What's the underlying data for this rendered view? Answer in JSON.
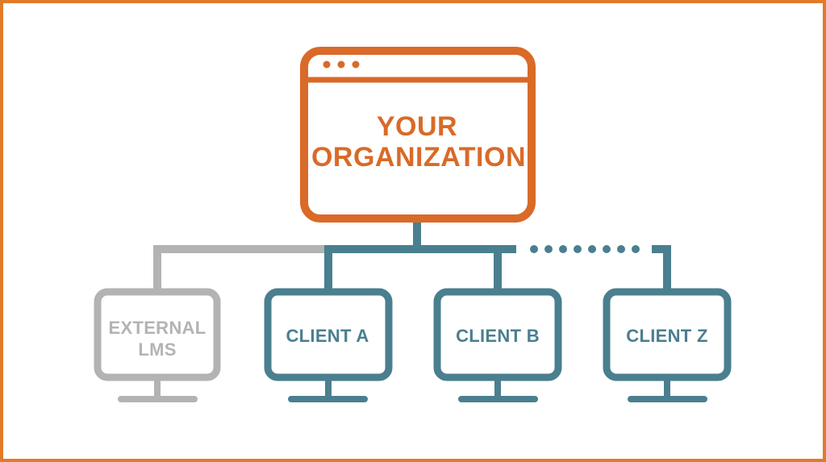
{
  "organization": {
    "line1": "YOUR",
    "line2": "ORGANIZATION",
    "color": "#d96a28",
    "icon": "browser-window-icon"
  },
  "nodes": [
    {
      "id": "external-lms",
      "line1": "EXTERNAL",
      "line2": "LMS",
      "color": "#b3b3b3",
      "icon": "monitor-icon"
    },
    {
      "id": "client-a",
      "line1": "CLIENT A",
      "color": "#4a7f8f",
      "icon": "monitor-icon"
    },
    {
      "id": "client-b",
      "line1": "CLIENT B",
      "color": "#4a7f8f",
      "icon": "monitor-icon"
    },
    {
      "id": "client-z",
      "line1": "CLIENT Z",
      "color": "#4a7f8f",
      "icon": "monitor-icon"
    }
  ],
  "colors": {
    "frame": "#e07b2a",
    "organization": "#d96a28",
    "external": "#b3b3b3",
    "client": "#4a7f8f"
  }
}
